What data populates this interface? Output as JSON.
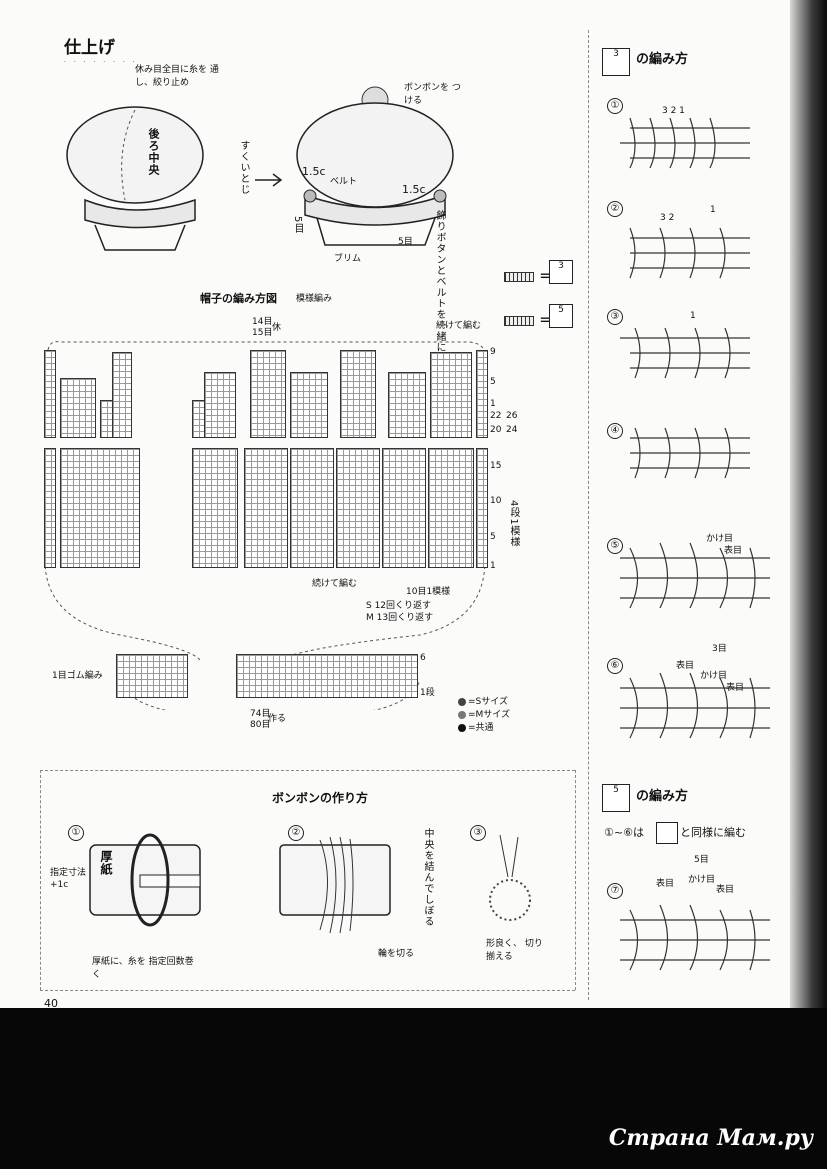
{
  "finishing": {
    "title": "仕上げ",
    "note_top": "休み目全目に糸を 通し、絞り止め",
    "back_center": "後ろ中央",
    "scoop_seam": "すくいとじ",
    "pompom_attach": "ボンボンを つける",
    "belt": "ベルト",
    "belt_measure_left": "1.5c",
    "belt_measure_right": "1.5c",
    "rows_left": "5目",
    "rows_right": "5目",
    "brim": "ブリム",
    "button_note": "飾りボタンとベルトを一緒につける"
  },
  "legend_swatches": [
    {
      "symbol": "3"
    },
    {
      "symbol": "5"
    }
  ],
  "chart": {
    "title": "帽子の編み方図",
    "pattern": "模様編み",
    "top_label": [
      "14目",
      "15目"
    ],
    "top_label_suffix": "休",
    "continue_label_top": "続けて編む",
    "continue_label_bottom": "続けて編む",
    "rows_right": [
      "9",
      "5",
      "1",
      "15",
      "10",
      "5",
      "1"
    ],
    "rows_22": "22",
    "rows_20": "20",
    "rows_26": "26",
    "rows_24": "24",
    "repeat_rows": "4段1模様",
    "repeat_stitches": "10目1模様",
    "repeat_s": "S 12回くり返す",
    "repeat_m": "M 13回くり返す",
    "rib_label": "1目ゴム編み",
    "rib_row_top": "6",
    "rib_row_bottom": "1段",
    "cast_on": [
      "74目",
      "80目"
    ],
    "cast_on_suffix": "作る",
    "size_legend": [
      {
        "label": "=Sサイズ",
        "color": "#444"
      },
      {
        "label": "=Mサイズ",
        "color": "#777"
      },
      {
        "label": "=共通",
        "color": "#111"
      }
    ]
  },
  "pompom": {
    "title": "ボンボンの作り方",
    "step1_label": "①",
    "step2_label": "②",
    "step3_label": "③",
    "cardboard": "厚紙",
    "size_note": "指定寸法 +1c",
    "wrap_note": "厚紙に、糸を 指定回数巻く",
    "tie_note": "中央を結んでしぼる",
    "cut_note": "輪を切る",
    "trim_note": "形良く、 切り揃える"
  },
  "right_panel": {
    "title1": "の編み方",
    "title2": "の編み方",
    "symbol1": "3",
    "symbol2": "5",
    "steps": [
      "①",
      "②",
      "③",
      "④",
      "⑤",
      "⑥"
    ],
    "step1_nums": "3 2 1",
    "step2_nums": "3 2",
    "step2_num1": "1",
    "step3_num": "1",
    "step5_yarnover": "かけ目",
    "step5_knit": "表目",
    "step6_count": "3目",
    "step6_knit1": "表目",
    "step6_yarnover": "かけ目",
    "step6_knit2": "表目",
    "same_note_prefix": "①~⑥は",
    "same_note_suffix": "と同様に編む",
    "step7": "⑦",
    "step7_count": "5目",
    "step7_knit1": "表目",
    "step7_yarnover": "かけ目",
    "step7_knit2": "表目"
  },
  "page_number": "40",
  "watermark": "Страна Мам.ру"
}
